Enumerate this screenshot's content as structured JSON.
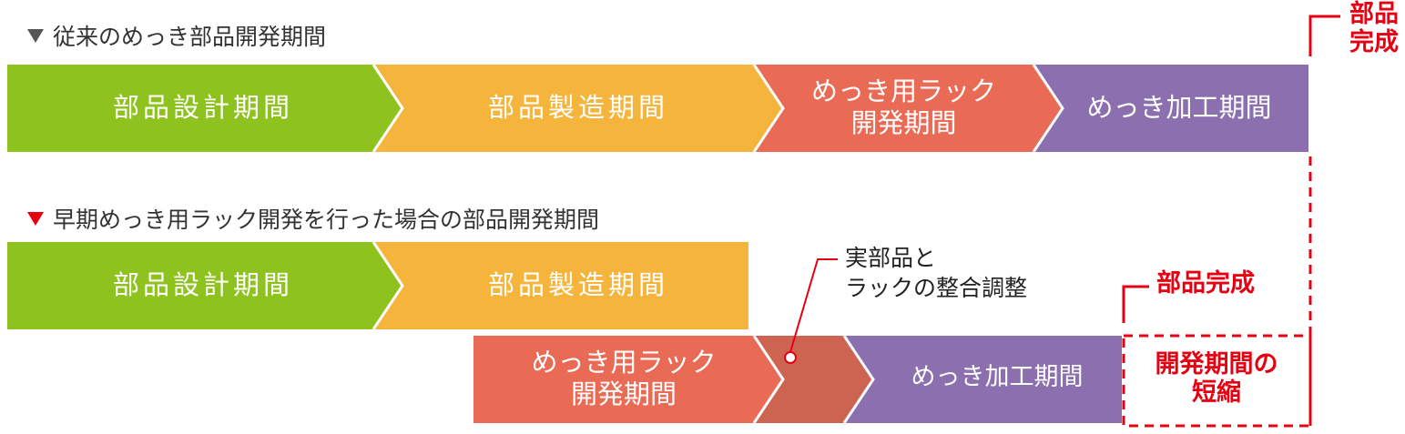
{
  "conventional": {
    "heading": "従来のめっき部品開発期間",
    "phases": {
      "design": "部品設計期間",
      "manufacturing": "部品製造期間",
      "rack_line1": "めっき用ラック",
      "rack_line2": "開発期間",
      "plating": "めっき加工期間"
    },
    "completion_line1": "部品",
    "completion_line2": "完成"
  },
  "early": {
    "heading": "早期めっき用ラック開発を行った場合の部品開発期間",
    "phases": {
      "design": "部品設計期間",
      "manufacturing": "部品製造期間",
      "rack_line1": "めっき用ラック",
      "rack_line2": "開発期間",
      "plating": "めっき加工期間"
    },
    "adjustment_line1": "実部品と",
    "adjustment_line2": "ラックの整合調整",
    "completion": "部品完成",
    "shortening_line1": "開発期間の",
    "shortening_line2": "短縮"
  },
  "colors": {
    "design": "#8dc21f",
    "manufacturing": "#f5b43c",
    "rack": "#ea6b55",
    "adjust": "#cd6452",
    "plating": "#8c6fae",
    "accent": "#e60012"
  }
}
